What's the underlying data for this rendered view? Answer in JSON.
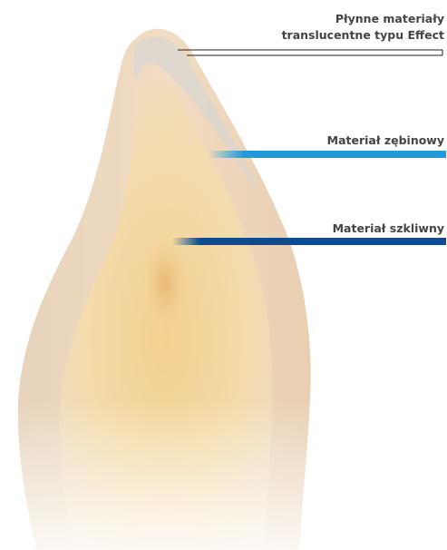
{
  "labels": {
    "effect_line1": "Płynne materiały",
    "effect_line2": "translucentne typu Effect",
    "dentin": "Materiał zębinowy",
    "enamel": "Materiał szkliwny"
  },
  "colors": {
    "background": "#ffffff",
    "label_text": "#444444",
    "effect_leader": "#222222",
    "dentin_bar": "#1e9bd8",
    "enamel_bar": "#0e4c8f",
    "tooth_outer": "#efd9bf",
    "tooth_dentin": "#f0d49a"
  }
}
